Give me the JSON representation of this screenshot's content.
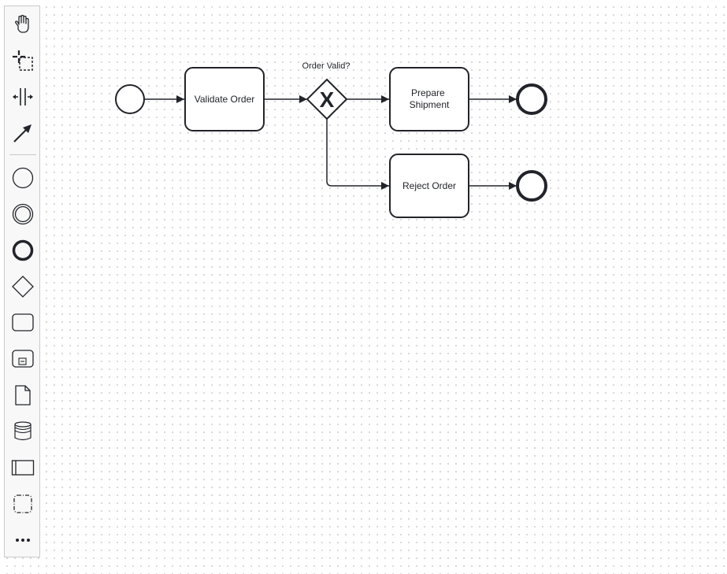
{
  "palette": {
    "tools": [
      {
        "name": "hand-tool",
        "icon": "hand-icon"
      },
      {
        "name": "lasso-tool",
        "icon": "lasso-icon"
      },
      {
        "name": "space-tool",
        "icon": "space-icon"
      },
      {
        "name": "global-connect-tool",
        "icon": "connect-arrow-icon"
      },
      {
        "name": "create-start-event",
        "icon": "start-event-icon"
      },
      {
        "name": "create-intermediate-event",
        "icon": "intermediate-event-icon"
      },
      {
        "name": "create-end-event",
        "icon": "end-event-icon"
      },
      {
        "name": "create-gateway",
        "icon": "gateway-icon"
      },
      {
        "name": "create-task",
        "icon": "task-icon"
      },
      {
        "name": "create-subprocess",
        "icon": "subprocess-icon"
      },
      {
        "name": "create-data-object",
        "icon": "data-object-icon"
      },
      {
        "name": "create-data-store",
        "icon": "data-store-icon"
      },
      {
        "name": "create-pool",
        "icon": "pool-icon"
      },
      {
        "name": "create-group",
        "icon": "group-icon"
      },
      {
        "name": "more-tools",
        "icon": "more-icon"
      }
    ]
  },
  "diagram": {
    "gateway_label": "Order Valid?",
    "gateway_marker": "X",
    "tasks": {
      "validate_order": [
        "Validate Order"
      ],
      "prepare_shipment": [
        "Prepare",
        "Shipment"
      ],
      "reject_order": [
        "Reject Order"
      ]
    },
    "colors": {
      "stroke": "#22242a",
      "fill": "#ffffff"
    }
  }
}
